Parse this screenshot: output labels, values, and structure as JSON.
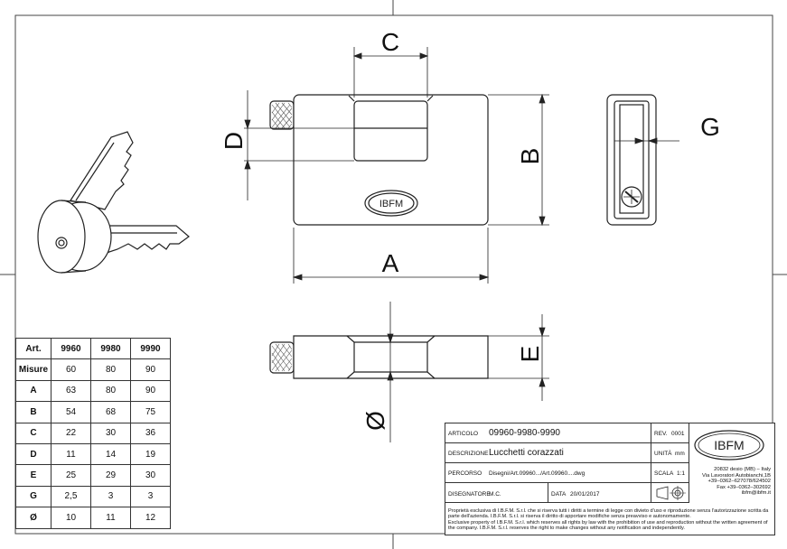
{
  "labels": {
    "A": "A",
    "B": "B",
    "C": "C",
    "D": "D",
    "E": "E",
    "G": "G",
    "phi": "Ø"
  },
  "brand": {
    "logo_text": "IBFM",
    "padlock_logo_text": "IBFM"
  },
  "table": {
    "header": [
      "Art.",
      "9960",
      "9980",
      "9990"
    ],
    "rows": [
      {
        "label": "Misure",
        "values": [
          "60",
          "80",
          "90"
        ]
      },
      {
        "label": "A",
        "values": [
          "63",
          "80",
          "90"
        ]
      },
      {
        "label": "B",
        "values": [
          "54",
          "68",
          "75"
        ]
      },
      {
        "label": "C",
        "values": [
          "22",
          "30",
          "36"
        ]
      },
      {
        "label": "D",
        "values": [
          "11",
          "14",
          "19"
        ]
      },
      {
        "label": "E",
        "values": [
          "25",
          "29",
          "30"
        ]
      },
      {
        "label": "G",
        "values": [
          "2,5",
          "3",
          "3"
        ]
      },
      {
        "label": "Ø",
        "values": [
          "10",
          "11",
          "12"
        ]
      }
    ]
  },
  "title_block": {
    "articolo_label": "ARTICOLO",
    "articolo_value": "09960-9980-9990",
    "rev_label": "REV.",
    "rev_value": "0001",
    "descrizione_label": "DESCRIZIONE",
    "descrizione_value": "Lucchetti corazzati",
    "unita_label": "UNITÀ",
    "unita_value": "mm",
    "percorso_label": "PERCORSO",
    "percorso_value": "Disegni/Art.09960.../Art.09960....dwg",
    "scala_label": "SCALA",
    "scala_value": "1:1",
    "disegnatore_label": "DISEGNATORE",
    "disegnatore_value": "M.C.",
    "data_label": "DATA",
    "data_value": "20/01/2017",
    "company_lines": [
      "20832 desio (MB) – Italy",
      "Via Lavoratori Autobianchi,1B",
      "+39–0362–627078/624502",
      "Fax +39–0362–302692",
      "ibfm@ibfm.it"
    ],
    "notes_it": "Proprietà esclusiva di I.B.F.M. S.r.l. che si riserva tutti i diritti a termine di legge con divieto d'uso e riproduzione senza l'autorizzazione scritta da parte dell'azienda. I.B.F.M. S.r.l. si riserva il diritto di apportare modifiche senza preavviso e autonomamente.",
    "notes_en": "Exclusive property of I.B.F.M. S.r.l. which reserves all rights by law with the prohibition of use and reproduction without the written agreement of the company. I.B.F.M. S.r.l. reserves the right to make changes without any notification and independently."
  }
}
